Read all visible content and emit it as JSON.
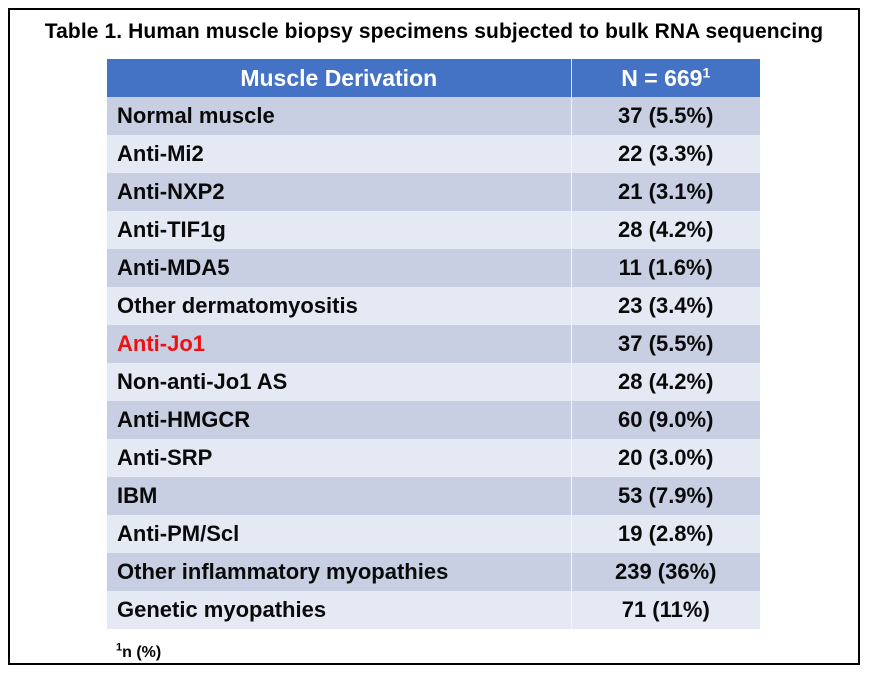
{
  "figure": {
    "title": "Table 1.  Human muscle biopsy specimens subjected to bulk RNA sequencing",
    "footnote_marker": "1",
    "footnote_text": "n (%)",
    "header_color": "#4472c4",
    "row_color_odd": "#c9cfe3",
    "row_color_even": "#e5e9f4",
    "highlight_color": "#ee1111",
    "border_color": "#000000"
  },
  "table": {
    "columns": [
      {
        "label": "Muscle Derivation",
        "superscript": ""
      },
      {
        "label": "N = 669",
        "superscript": "1"
      }
    ],
    "rows": [
      {
        "label": "Normal muscle",
        "value": "37 (5.5%)",
        "highlight": false
      },
      {
        "label": "Anti-Mi2",
        "value": "22 (3.3%)",
        "highlight": false
      },
      {
        "label": "Anti-NXP2",
        "value": "21 (3.1%)",
        "highlight": false
      },
      {
        "label": "Anti-TIF1g",
        "value": "28 (4.2%)",
        "highlight": false
      },
      {
        "label": "Anti-MDA5",
        "value": "11 (1.6%)",
        "highlight": false
      },
      {
        "label": "Other dermatomyositis",
        "value": "23 (3.4%)",
        "highlight": false
      },
      {
        "label": "Anti-Jo1",
        "value": "37 (5.5%)",
        "highlight": true
      },
      {
        "label": "Non-anti-Jo1 AS",
        "value": "28 (4.2%)",
        "highlight": false
      },
      {
        "label": "Anti-HMGCR",
        "value": "60 (9.0%)",
        "highlight": false
      },
      {
        "label": "Anti-SRP",
        "value": "20 (3.0%)",
        "highlight": false
      },
      {
        "label": "IBM",
        "value": "53 (7.9%)",
        "highlight": false
      },
      {
        "label": "Anti-PM/Scl",
        "value": "19 (2.8%)",
        "highlight": false
      },
      {
        "label": "Other inflammatory myopathies",
        "value": "239 (36%)",
        "highlight": false
      },
      {
        "label": "Genetic myopathies",
        "value": "71 (11%)",
        "highlight": false
      }
    ]
  }
}
